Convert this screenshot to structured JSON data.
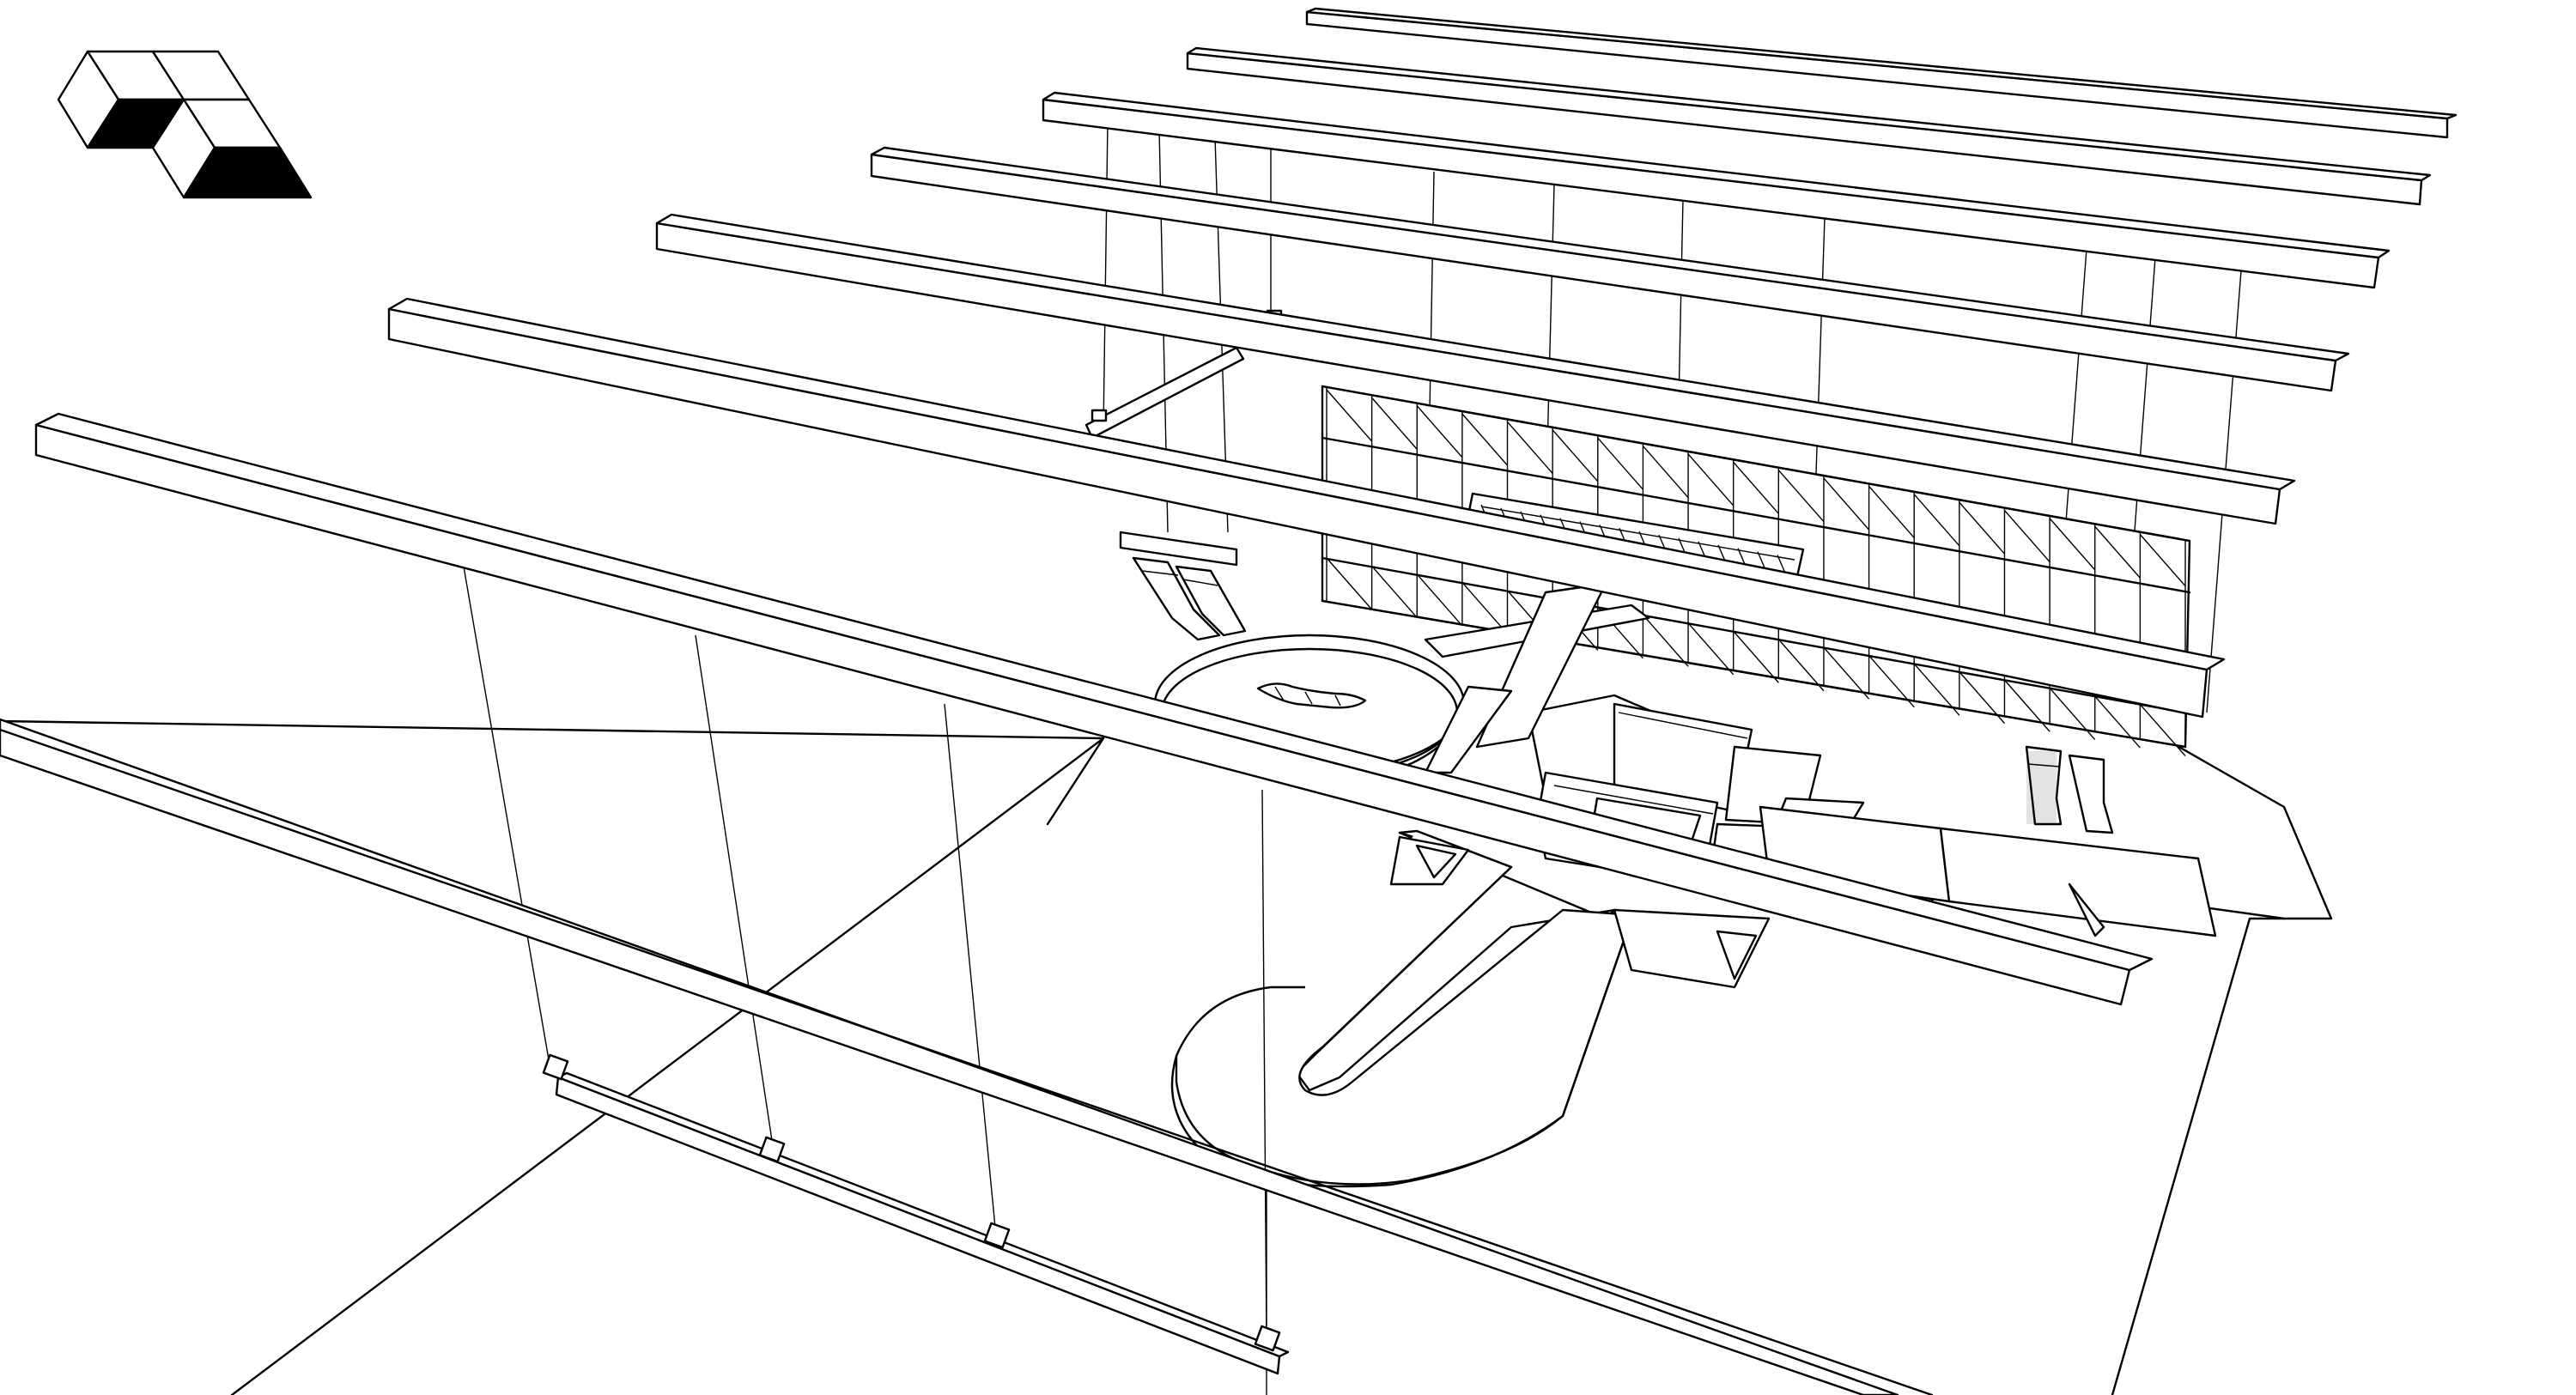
{
  "scene": {
    "view": "isometric-wireframe",
    "subject": "stage-rig",
    "logo_icon": "stacked-cubes-logo-icon",
    "colors": {
      "line": "#000000",
      "background": "#ffffff"
    },
    "overhead_beams": 8,
    "rear_hanging_lines": 11,
    "front_hanging_lines": 4,
    "front_pipe_clamps": 4,
    "speaker_arrays": 2,
    "lighting_truss": "cross-shaped",
    "stage_elements": [
      "scaffold-tower",
      "circular-revolving-stage",
      "central-staircase",
      "runway",
      "curved-thrust-platform"
    ]
  }
}
